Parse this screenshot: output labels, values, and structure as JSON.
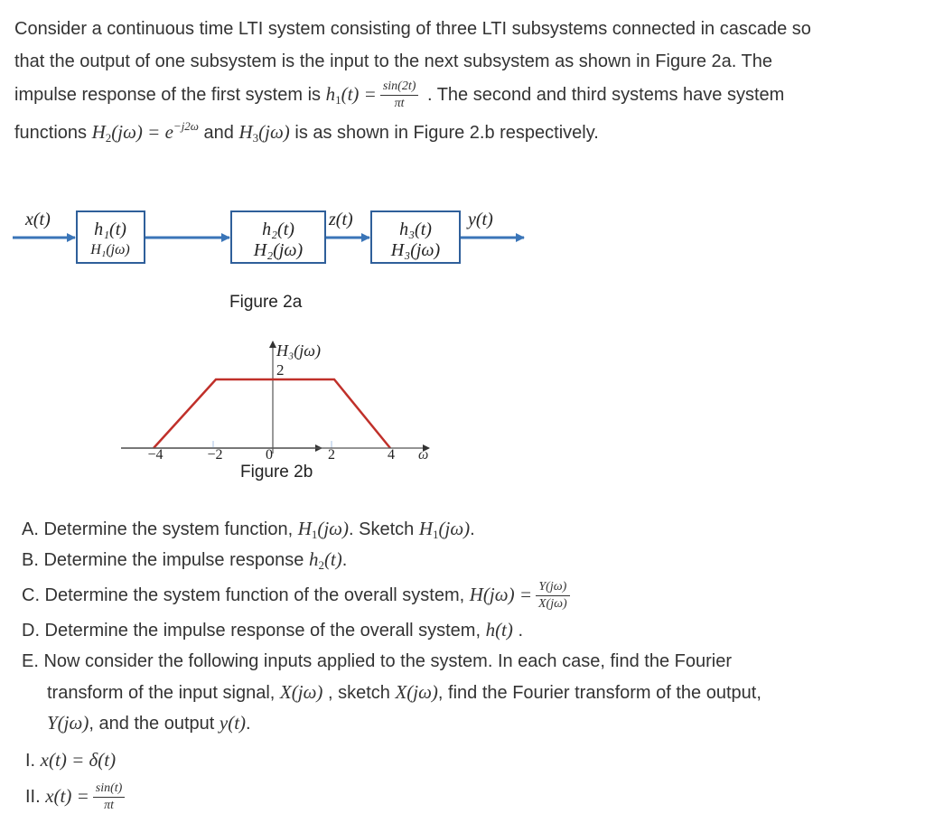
{
  "intro": {
    "line1": "Consider a continuous time LTI system consisting of three LTI subsystems connected in cascade so",
    "line2": "that the output of one subsystem is the input to the next subsystem as shown in Figure 2a.   The",
    "line3_pre": "impulse  response of the first  system is ",
    "h1_lhs": "h",
    "h1_sub": "1",
    "h1_arg": "(t) =",
    "h1_num": "sin(2t)",
    "h1_den": "πt",
    "line3_post": " . The second  and third systems have system",
    "line4_pre": "functions  ",
    "H2_expr": "H",
    "H2_sub": "2",
    "H2_arg": "(jω) = e",
    "H2_exp": "−j2ω",
    "line4_mid": " and ",
    "H3_expr": "H",
    "H3_sub": "3",
    "H3_arg": "(jω)",
    "line4_post": " is as shown in Figure 2.b respectively."
  },
  "figure2a": {
    "caption": "Figure 2a",
    "input_label": "x(t)",
    "mid_label": "z(t)",
    "output_label": "y(t)",
    "blocks": [
      {
        "top": "h₁(t)",
        "bottom": "H₁(jω)"
      },
      {
        "top": "h₂(t)",
        "bottom": "H₂(jω)"
      },
      {
        "top": "h₃(t)",
        "bottom": "H₃(jω)"
      }
    ],
    "line_color": "#3a75b8",
    "box_color": "#2f5f9a"
  },
  "figure2b": {
    "caption": "Figure 2b",
    "y_label": "H₃(jω)",
    "y_value_label": "2",
    "x_label": "ω",
    "x_ticks": [
      "−4",
      "−2",
      "0",
      "2",
      "4"
    ],
    "curve_color": "#c0302a"
  },
  "chart_data": {
    "type": "line",
    "title": "Figure 2b",
    "xlabel": "ω",
    "ylabel": "H₃(jω)",
    "x": [
      -4,
      -2,
      2,
      4
    ],
    "values": [
      0,
      2,
      2,
      0
    ],
    "x_ticks": [
      -4,
      -2,
      0,
      2,
      4
    ],
    "y_ticks": [
      2
    ],
    "grid": false
  },
  "questions": {
    "A_pre": "A. Determine the system function, ",
    "A_mid": ". Sketch ",
    "A_post": ".",
    "B_pre": "B. Determine the impulse response ",
    "B_post": ".",
    "C_pre": "C. Determine the system function of the overall system, ",
    "C_lhs": "H(jω) =",
    "C_num": "Y(jω)",
    "C_den": "X(jω)",
    "D_pre": "D. Determine the impulse response of the overall system, ",
    "D_expr": "h(t)",
    "D_post": " .",
    "E_line1": "E. Now consider the following inputs applied to the system.  In each case, find the Fourier",
    "E_line2_pre": "transform of the input signal, ",
    "E_X1": "X(jω)",
    "E_line2_mid": " , sketch ",
    "E_X2": "X(jω)",
    "E_line2_post": ", find the Fourier transform of the output,",
    "E_Y": "Y(jω)",
    "E_line3_mid": ",  and the output ",
    "E_y": "y(t)",
    "E_line3_post": ".",
    "I_label": "I. ",
    "I_expr": "x(t) = δ(t)",
    "II_label": "II. ",
    "II_lhs": "x(t) =",
    "II_num": "sin(t)",
    "II_den": "πt"
  }
}
